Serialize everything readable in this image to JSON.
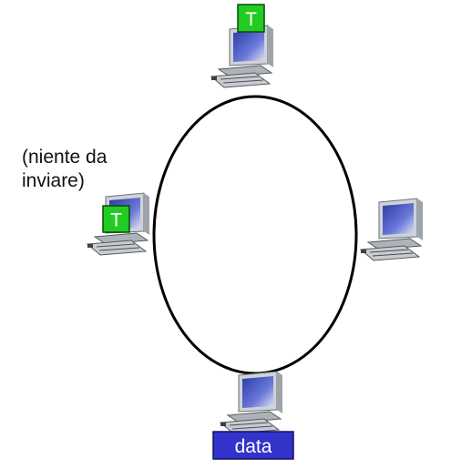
{
  "idle_note": [
    "(niente da",
    "inviare)"
  ],
  "token_label": "T",
  "data_label": "data",
  "colors": {
    "token_fill": "#22cc22",
    "data_fill": "#3333cc",
    "ring_stroke": "#000000",
    "screen": "#4a5cc8"
  },
  "nodes": [
    {
      "name": "host-top",
      "has_token": true
    },
    {
      "name": "host-left",
      "has_token": true
    },
    {
      "name": "host-right",
      "has_token": false
    },
    {
      "name": "host-bottom",
      "has_token": false,
      "sends": "data"
    }
  ]
}
